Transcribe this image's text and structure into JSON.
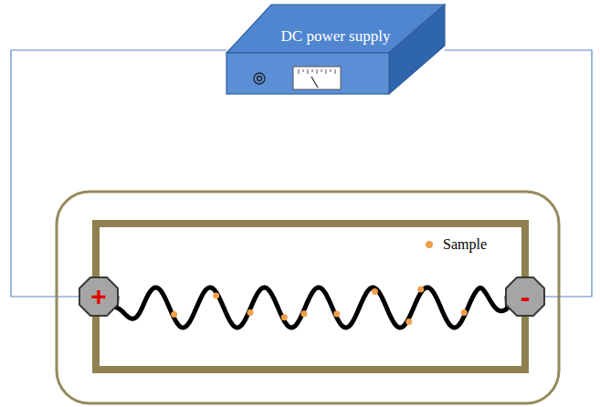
{
  "diagram": {
    "nodes": [
      {
        "text": [
          "DC power supply"
        ]
      },
      {
        "text": [
          "+"
        ]
      },
      {
        "text": [
          "-"
        ]
      }
    ],
    "edges": [
      {
        "from": 0,
        "to": 1,
        "arrow": "none"
      },
      {
        "from": 0,
        "to": 2,
        "arrow": "none"
      },
      {
        "from": 1,
        "to": 2,
        "arrow": "none"
      }
    ],
    "legend": [
      {
        "text": "Sample",
        "color": "#f0a04b"
      }
    ]
  }
}
